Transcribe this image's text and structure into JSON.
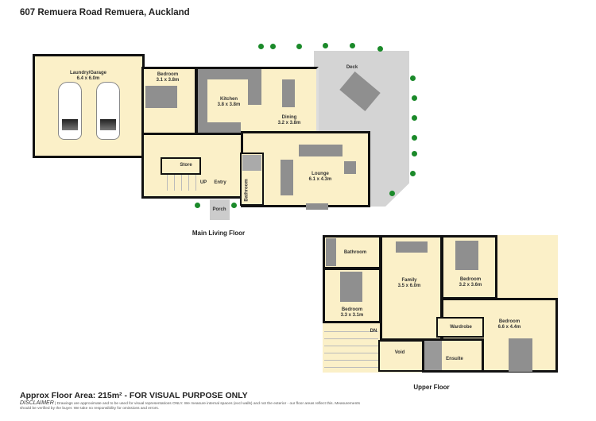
{
  "header": {
    "title": "607 Remuera Road Remuera, Auckland"
  },
  "main_floor": {
    "label": "Main Living Floor",
    "rooms": [
      {
        "name": "Laundry/Garage",
        "dims": "6.4 x 6.0m"
      },
      {
        "name": "Bedroom",
        "dims": "3.1 x 3.8m"
      },
      {
        "name": "Kitchen",
        "dims": "3.8 x 3.8m"
      },
      {
        "name": "Dining",
        "dims": "3.2 x 3.8m"
      },
      {
        "name": "Lounge",
        "dims": "6.1 x 4.3m"
      },
      {
        "name": "Deck"
      },
      {
        "name": "Store"
      },
      {
        "name": "Entry"
      },
      {
        "name": "Bathroom"
      },
      {
        "name": "Porch"
      }
    ],
    "stair_label": "UP"
  },
  "upper_floor": {
    "label": "Upper  Floor",
    "rooms": [
      {
        "name": "Bathroom"
      },
      {
        "name": "Bedroom",
        "dims": "3.3 x 3.1m"
      },
      {
        "name": "Family",
        "dims": "3.5 x 6.0m"
      },
      {
        "name": "Bedroom",
        "dims": "3.2 x 3.6m"
      },
      {
        "name": "Bedroom",
        "dims": "6.6 x 4.4m"
      },
      {
        "name": "Wardrobe"
      },
      {
        "name": "Ensuite"
      },
      {
        "name": "Void"
      }
    ],
    "stair_label": "DN"
  },
  "footer": {
    "area": "Approx Floor Area: 215m² - FOR VISUAL PURPOSE ONLY",
    "disclaimer_title": "DISCLAIMER",
    "disclaimer_text": " | Drawings are approximate and to be used for visual representations ONLY. We measure internal spaces (excl walls) and not the exterior - our floor areas reflect this. Measurements should be verified by the buyer. We take no responsibility for omissions and errors."
  },
  "colors": {
    "floor": "#fbf0c8",
    "wall": "#111111",
    "furniture": "#8f8f8f",
    "deck": "#d4d4d4",
    "tree": "#1b8a2a"
  }
}
